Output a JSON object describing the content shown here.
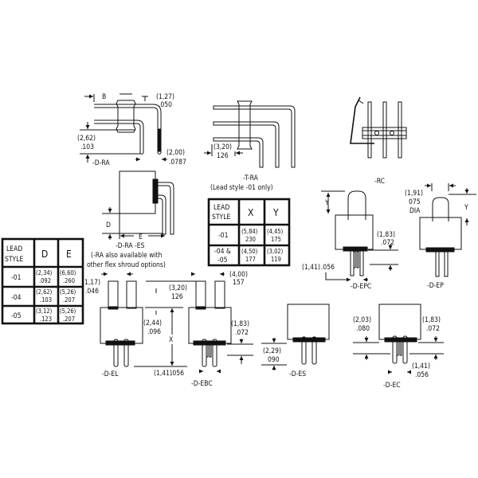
{
  "views": {
    "d_ra": {
      "label": "-D-RA",
      "dim_b": "B",
      "dim_pitch": {
        "mm": "(1,27)",
        "in": ".050"
      },
      "dim_offset": {
        "mm": "(2,62)",
        "in": ".103"
      },
      "dim_lead": {
        "mm": "(2,00)",
        "in": ".0787"
      }
    },
    "t_ra": {
      "label": "-T-RA",
      "note": "(Lead style -01 only)",
      "dim": {
        "mm": "(3,20)",
        "in": "126"
      }
    },
    "rc": {
      "label": "-RC"
    },
    "d_ra_es": {
      "label": "-D-RA -ES",
      "note_line1": "(-RA also available with",
      "note_line2": "other flex shroud options)",
      "dim_d": "D",
      "dim_e": "E"
    },
    "d_epc": {
      "label": "-D-EPC",
      "dim_y": "Y",
      "dim_a": {
        "mm": "(1,83)",
        "in": ".072"
      },
      "dim_b": {
        "mm": "(1,41)",
        "in": ".056"
      }
    },
    "d_ep": {
      "label": "-D-EP",
      "dim_y": "Y",
      "dim_dia": {
        "mm": "(1,91)",
        "in": "075",
        "suffix": "DIA"
      }
    },
    "d_el": {
      "label": "-D-EL",
      "dim_a": {
        "mm": "(1,17)",
        "in": ".046"
      },
      "dim_b": {
        "mm": "(3,20)",
        "in": "126"
      },
      "dim_c": {
        "mm": "(2,44)",
        "in": ".096"
      },
      "dim_x": "X",
      "dim_d": {
        "mm": "(1,41)",
        "in": ".056"
      }
    },
    "d_ebc": {
      "label": "-D-EBC",
      "dim_a": {
        "mm": "(4,00)",
        "in": "157"
      },
      "dim_b": {
        "mm": "(1,83)",
        "in": ".072"
      }
    },
    "d_es": {
      "label": "-D-ES",
      "dim": {
        "mm": "(2,29)",
        "in": "090"
      }
    },
    "d_ec": {
      "label": "-D-EC",
      "dim_a": {
        "mm": "(2,03)",
        "in": ".080"
      },
      "dim_b": {
        "mm": "(1,83)",
        "in": ".072"
      },
      "dim_c": {
        "mm": "(1,41)",
        "in": ".056"
      }
    }
  },
  "table_de": {
    "headers": [
      "LEAD STYLE",
      "D",
      "E"
    ],
    "header_line1": "LEAD",
    "header_line2": "STYLE",
    "rows": [
      {
        "style": "-01",
        "d_mm": "(2,34)",
        "d_in": ".092",
        "e_mm": "(6,60)",
        "e_in": ".260"
      },
      {
        "style": "-04",
        "d_mm": "(2,62)",
        "d_in": ".103",
        "e_mm": "(5,26)",
        "e_in": ".207"
      },
      {
        "style": "-05",
        "d_mm": "(3,12)",
        "d_in": ".123",
        "e_mm": "(5,26)",
        "e_in": ".207"
      }
    ]
  },
  "table_xy": {
    "headers": [
      "LEAD STYLE",
      "X",
      "Y"
    ],
    "header_line1": "LEAD",
    "header_line2": "STYLE",
    "rows": [
      {
        "style_line1": "-01",
        "style_line2": "",
        "x_mm": "(5,84)",
        "x_in": "230",
        "y_mm": "(4,45)",
        "y_in": "175"
      },
      {
        "style_line1": "-04 &",
        "style_line2": "-05",
        "x_mm": "(4,50)",
        "x_in": "177",
        "y_mm": "(3,02)",
        "y_in": "119"
      }
    ]
  }
}
